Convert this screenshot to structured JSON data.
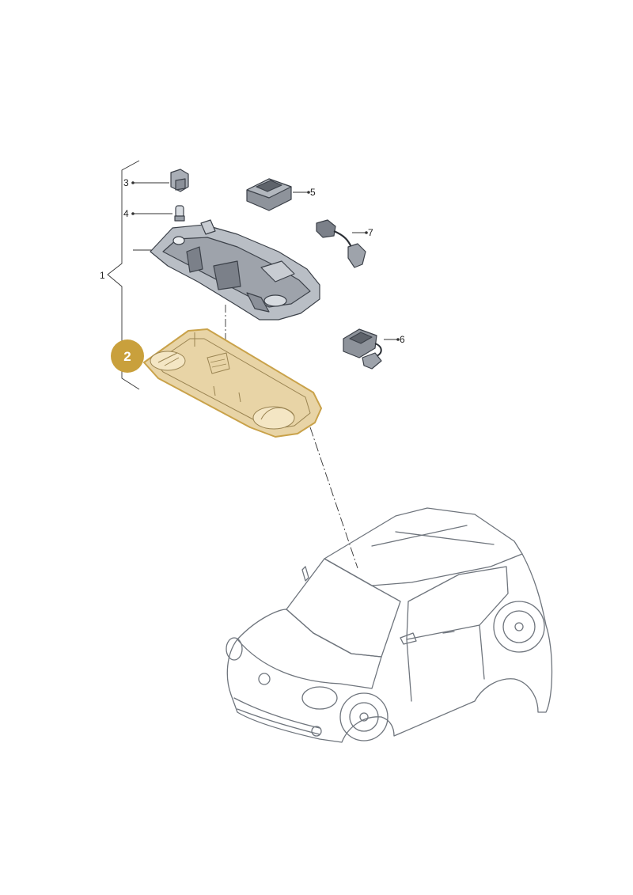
{
  "callouts": {
    "c1": "1",
    "c2": "2",
    "c3": "3",
    "c4": "4",
    "c5": "5",
    "c6": "6",
    "c7": "7"
  },
  "colors": {
    "highlight_fill": "#e8d4a6",
    "highlight_stroke": "#c9a24a",
    "badge": "#c9a03c",
    "part_gray": "#b9bec5",
    "part_dark": "#7b8089",
    "car_glass": "#dfe3e7"
  },
  "parts": [
    {
      "number": "1",
      "name": "interior-light-assembly"
    },
    {
      "number": "2",
      "name": "cover-plate",
      "highlighted": true
    },
    {
      "number": "3",
      "name": "clip-connector"
    },
    {
      "number": "4",
      "name": "bulb"
    },
    {
      "number": "5",
      "name": "switch-module"
    },
    {
      "number": "6",
      "name": "connector-plug"
    },
    {
      "number": "7",
      "name": "wiring-harness"
    }
  ]
}
